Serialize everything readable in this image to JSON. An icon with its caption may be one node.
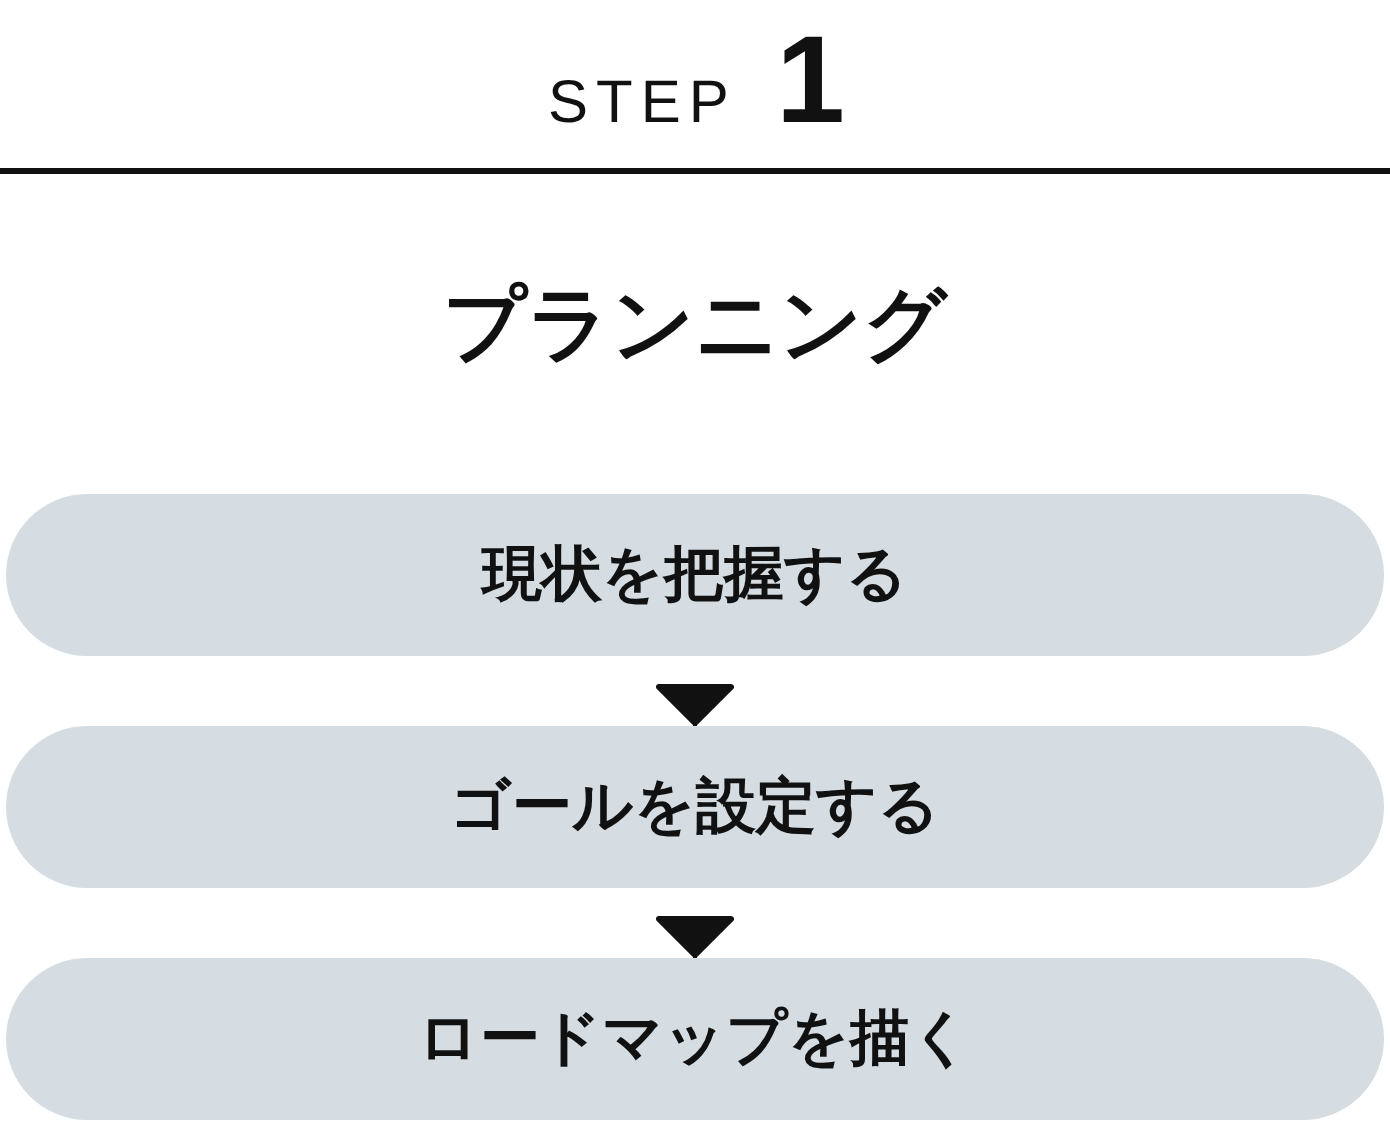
{
  "diagram": {
    "title": "プランニング",
    "nodes": [
      {
        "text": [
          "現状を把握する"
        ]
      },
      {
        "text": [
          "ゴールを設定する"
        ]
      },
      {
        "text": [
          "ロードマップを描く"
        ]
      }
    ],
    "edges": [
      {
        "from": 0,
        "to": 1,
        "arrow": "to"
      },
      {
        "from": 1,
        "to": 2,
        "arrow": "to"
      }
    ],
    "labels": [
      "STEP",
      "1"
    ]
  }
}
